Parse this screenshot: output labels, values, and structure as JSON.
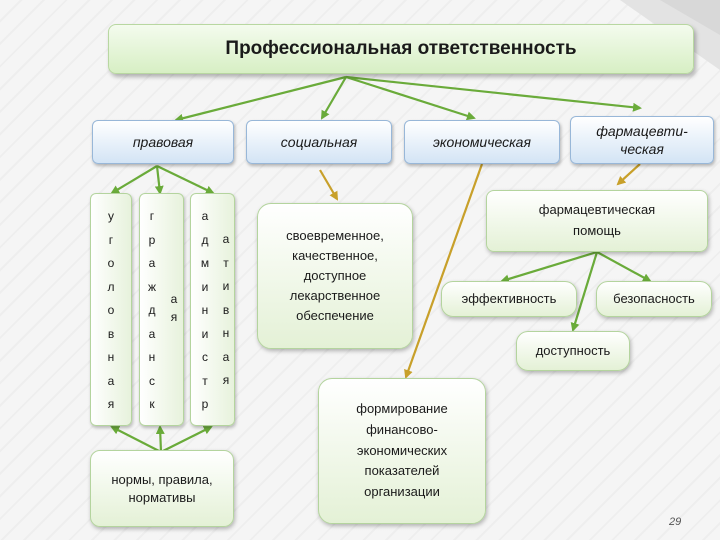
{
  "title": "Профессиональная ответственность",
  "categories": {
    "legal": "правовая",
    "social": "социальная",
    "economic": "экономическая",
    "pharma": "фармацевти-\nческая"
  },
  "legal_branches": {
    "criminal": {
      "col1": [
        "у",
        "г",
        "о",
        "л",
        "о",
        "в",
        "н",
        "а",
        "я"
      ]
    },
    "civil": {
      "col1": [
        "г",
        "р",
        "а",
        "ж",
        "д",
        "а",
        "н",
        "с",
        "к"
      ],
      "col2": [
        "а",
        "я"
      ]
    },
    "administrative": {
      "col1": [
        "а",
        "д",
        "м",
        "и",
        "н",
        "и",
        "с",
        "т",
        "р"
      ],
      "col2": [
        "а",
        "т",
        "и",
        "в",
        "н",
        "а",
        "я"
      ]
    }
  },
  "norms": "нормы, правила,\nнормативы",
  "social_box": "своевременное,\nкачественное,\nдоступное\nлекарственное\nобеспечение",
  "economic_box": "формирование\nфинансово-\nэкономических\nпоказателей\nорганизации",
  "pharma_help": "фармацевтическая\nпомощь",
  "pharma_criteria": {
    "effectiveness": "эффективность",
    "safety": "безопасность",
    "accessibility": "доступность"
  },
  "page_number": "29",
  "colors": {
    "green_arrow": "#6aab3a",
    "olive_arrow": "#c8a02a",
    "title_fill": "#d7efc4",
    "blue_fill": "#d3e4f5"
  }
}
